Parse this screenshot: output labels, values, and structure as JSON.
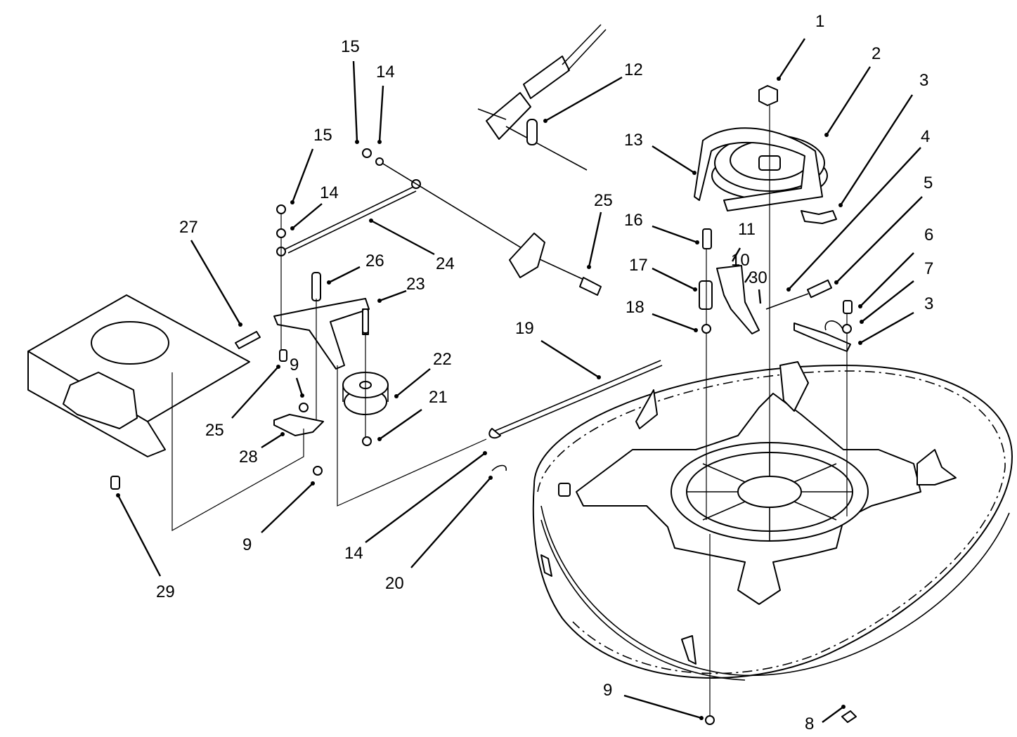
{
  "callouts": [
    "1",
    "2",
    "3",
    "4",
    "5",
    "6",
    "7",
    "3",
    "8",
    "9",
    "10",
    "11",
    "12",
    "13",
    "14",
    "15",
    "14",
    "15",
    "16",
    "17",
    "18",
    "19",
    "20",
    "21",
    "22",
    "23",
    "24",
    "25",
    "25",
    "26",
    "27",
    "9",
    "28",
    "9",
    "29",
    "14",
    "30"
  ]
}
